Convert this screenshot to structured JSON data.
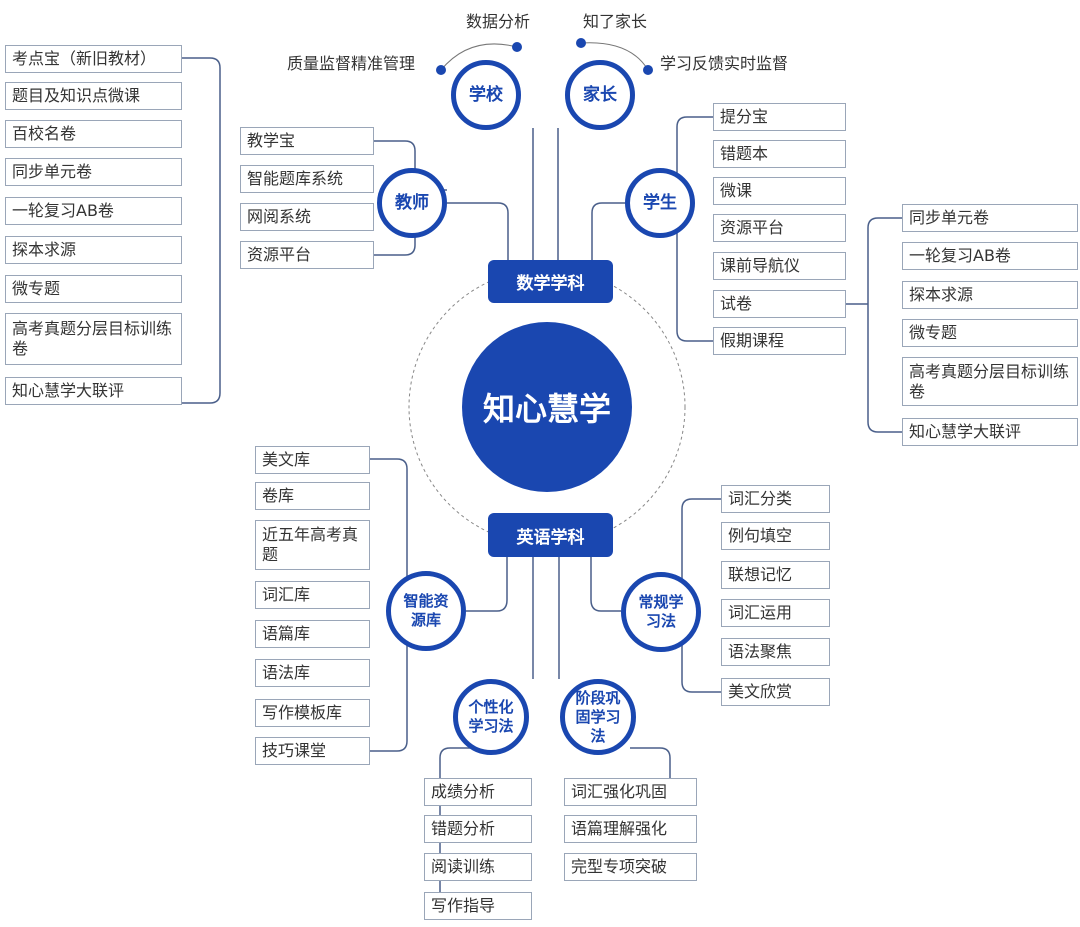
{
  "center": "知心慧学",
  "math": {
    "title": "数学学科",
    "school": {
      "title": "学校",
      "labels": [
        "质量监督精准管理",
        "数据分析"
      ]
    },
    "parent": {
      "title": "家长",
      "labels": [
        "知了家长",
        "学习反馈实时监督"
      ]
    },
    "teacher": {
      "title": "教师",
      "items": [
        "教学宝",
        "智能题库系统",
        "网阅系统",
        "资源平台"
      ]
    },
    "teacher_far": {
      "items": [
        "考点宝（新旧教材）",
        "题目及知识点微课",
        "百校名卷",
        "同步单元卷",
        "一轮复习AB卷",
        "探本求源",
        "微专题",
        "高考真题分层目标训练卷",
        "知心慧学大联评"
      ]
    },
    "student": {
      "title": "学生",
      "items": [
        "提分宝",
        "错题本",
        "微课",
        "资源平台",
        "课前导航仪",
        "试卷",
        "假期课程"
      ]
    },
    "exam_items": {
      "items": [
        "同步单元卷",
        "一轮复习AB卷",
        "探本求源",
        "微专题",
        "高考真题分层目标训练卷",
        "知心慧学大联评"
      ]
    }
  },
  "english": {
    "title": "英语学科",
    "resources": {
      "title": "智能资源库",
      "items": [
        "美文库",
        "卷库",
        "近五年高考真题",
        "词汇库",
        "语篇库",
        "语法库",
        "写作模板库",
        "技巧课堂"
      ]
    },
    "regular": {
      "title": "常规学习法",
      "items": [
        "词汇分类",
        "例句填空",
        "联想记忆",
        "词汇运用",
        "语法聚焦",
        "美文欣赏"
      ]
    },
    "personal": {
      "title": "个性化学习法",
      "items": [
        "成绩分析",
        "错题分析",
        "阅读训练",
        "写作指导"
      ]
    },
    "stage": {
      "title": "阶段巩固学习法",
      "items": [
        "词汇强化巩固",
        "语篇理解强化",
        "完型专项突破"
      ]
    }
  },
  "colors": {
    "primary": "#1a47b0",
    "line": "#4a5f8a",
    "box_border": "#9aa6b8"
  }
}
